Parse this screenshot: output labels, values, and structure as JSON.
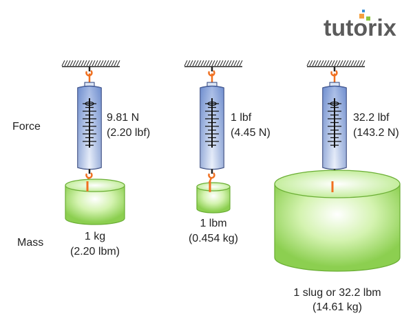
{
  "logo": {
    "text": "tutorix"
  },
  "row_labels": {
    "force": "Force",
    "mass": "Mass"
  },
  "scales": [
    {
      "force_line1": "9.81 N",
      "force_line2": "(2.20 lbf)",
      "mass_line1": "1 kg",
      "mass_line2": "(2.20 lbm)"
    },
    {
      "force_line1": "1 lbf",
      "force_line2": "(4.45 N)",
      "mass_line1": "1 lbm",
      "mass_line2": "(0.454 kg)"
    },
    {
      "force_line1": "32.2 lbf",
      "force_line2": "(143.2 N)",
      "mass_line1": "1 slug or 32.2 lbm",
      "mass_line2": "(14.61 kg)"
    }
  ],
  "colors": {
    "hook": "#f07020",
    "spring_body": "#8fa8dc",
    "mass": "#a8e070",
    "logo_dot1": "#f4a040",
    "logo_dot2": "#8cc63f",
    "logo_dot3": "#3b8fd6"
  }
}
